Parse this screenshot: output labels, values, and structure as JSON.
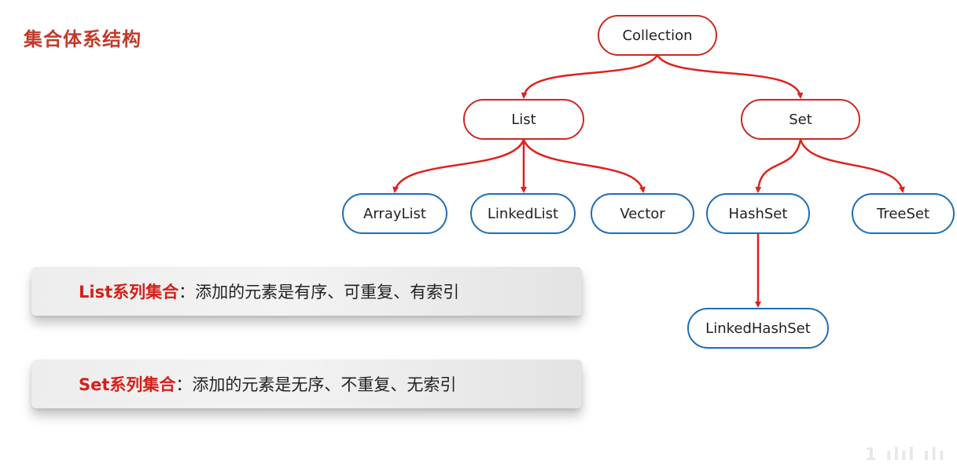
{
  "page": {
    "title": "集合体系结构"
  },
  "diagram": {
    "nodes": {
      "collection": "Collection",
      "list": "List",
      "set": "Set",
      "arraylist": "ArrayList",
      "linkedlist": "LinkedList",
      "vector": "Vector",
      "hashset": "HashSet",
      "treeset": "TreeSet",
      "linkedhashset": "LinkedHashSet"
    },
    "colors": {
      "interface_border": "#c92a20",
      "class_border": "#1e6db5",
      "edge": "#e0201a"
    }
  },
  "notes": {
    "list": {
      "head": "List系列集合",
      "body": "：添加的元素是有序、可重复、有索引"
    },
    "set": {
      "head": "Set系列集合",
      "body": "：添加的元素是无序、不重复、无索引"
    }
  },
  "watermark": "1 ılıl ılı"
}
